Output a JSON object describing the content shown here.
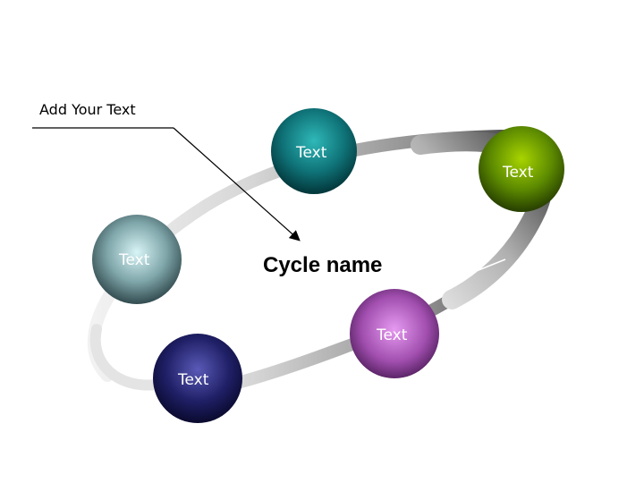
{
  "callout": {
    "label": "Add Your Text"
  },
  "center": {
    "title": "Cycle name"
  },
  "nodes": [
    {
      "label": "Text",
      "color": "#0f7378"
    },
    {
      "label": "Text",
      "color": "#5c8a00"
    },
    {
      "label": "Text",
      "color": "#7fa6aa"
    },
    {
      "label": "Text",
      "color": "#a24fb0"
    },
    {
      "label": "Text",
      "color": "#1f1f66"
    }
  ]
}
